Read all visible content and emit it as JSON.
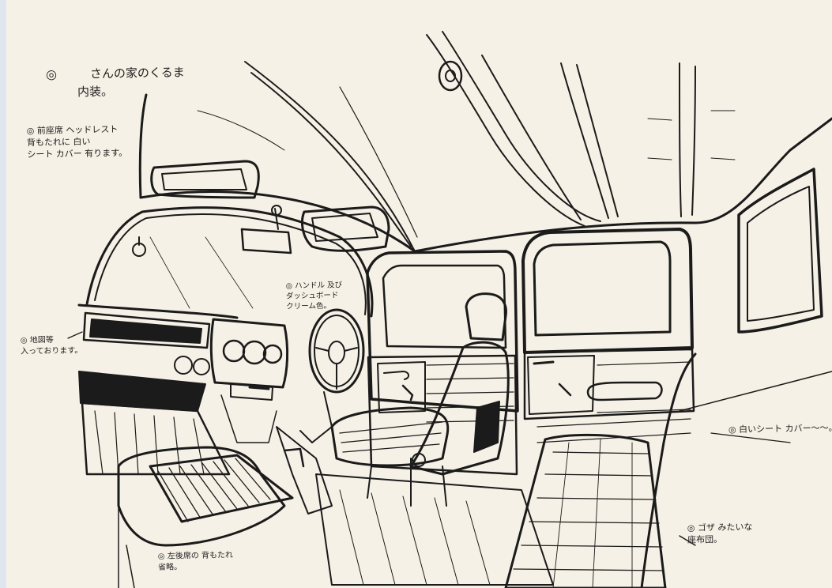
{
  "title": {
    "mark": "◎",
    "text": "さんの家のくるま"
  },
  "subtitle": "内装。",
  "notes": {
    "headrest": [
      "◎ 前座席 ヘッドレスト",
      "背もたれに 白い",
      "シート カバー 有ります。"
    ],
    "map_pocket": [
      "◎ 地図等",
      "入っております。"
    ],
    "steering": [
      "◎ ハンドル 及び",
      "ダッシュボード",
      "クリーム色。"
    ],
    "white_cover": "◎ 白いシート カバー〜〜。",
    "goza": [
      "◎ ゴザ みたいな",
      "座布団。"
    ],
    "rear_seat": [
      "◎ 左後席の 背もたれ",
      "省略。"
    ]
  },
  "palette": {
    "paper": "#f6f1e6",
    "ink": "#1b1b1b",
    "edge": "#dfe6ef"
  }
}
